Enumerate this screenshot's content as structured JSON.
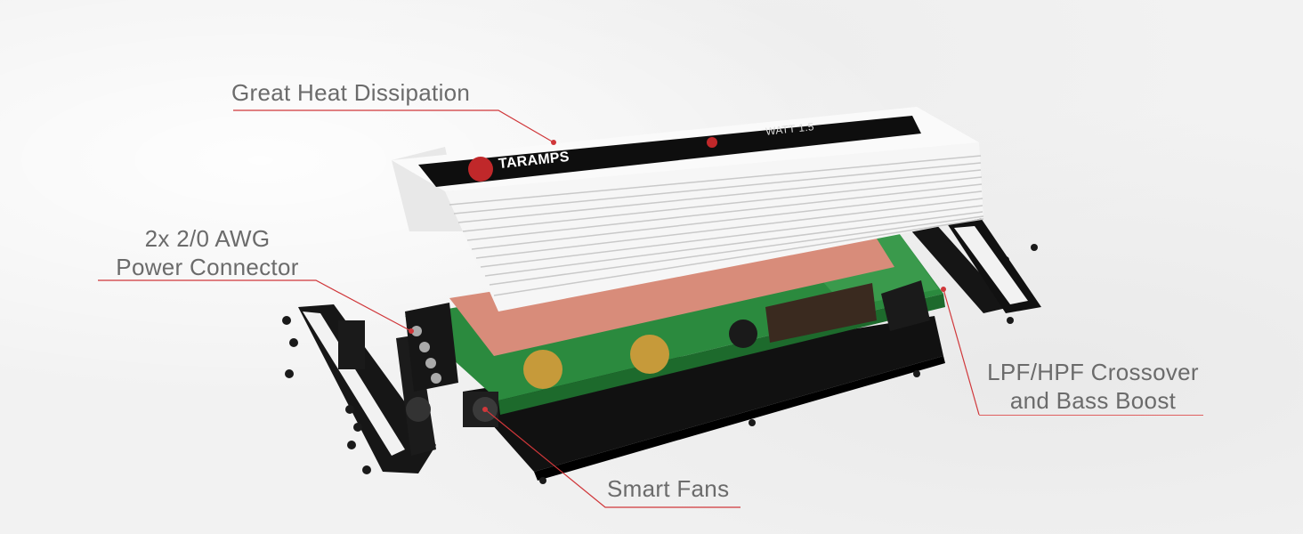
{
  "callouts": {
    "heat": "Great Heat Dissipation",
    "power_line1": "2x 2/0 AWG",
    "power_line2": "Power Connector",
    "crossover_line1": "LPF/HPF Crossover",
    "crossover_line2": "and Bass Boost",
    "fans": "Smart Fans"
  },
  "brand": {
    "logo_text": "TARAMPS",
    "model_text": "WATT 1.5"
  },
  "colors": {
    "callout_line": "#d0373a",
    "heatsink": "#f4f4f4",
    "pcb": "#2a8a3c",
    "thermal_pad": "#d98a78"
  }
}
